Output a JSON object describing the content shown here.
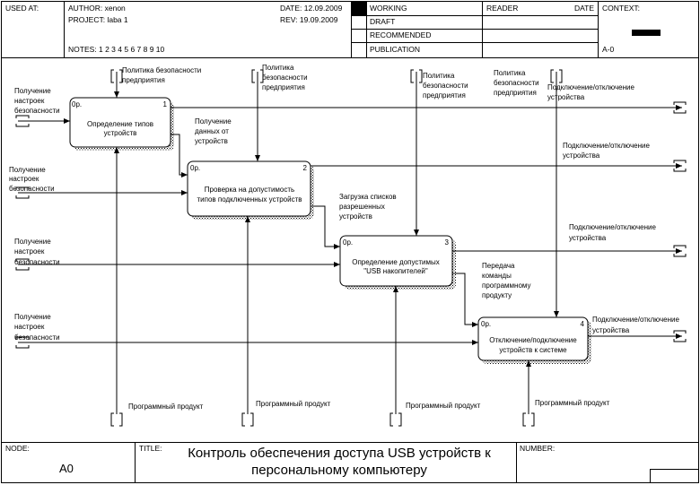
{
  "header": {
    "used_at": "USED AT:",
    "author": "AUTHOR:  xenon",
    "project": "PROJECT:  laba 1",
    "date": "DATE:  12.09.2009",
    "rev": "REV:  19.09.2009",
    "notes": "NOTES:  1  2  3  4  5  6  7  8  9  10",
    "working": "WORKING",
    "draft": "DRAFT",
    "recommended": "RECOMMENDED",
    "publication": "PUBLICATION",
    "reader": "READER",
    "reader_date": "DATE",
    "context": "CONTEXT:",
    "context_node": "A-0"
  },
  "footer": {
    "node_label": "NODE:",
    "node_value": "A0",
    "title_label": "TITLE:",
    "title_line1": "Контроль обеспечения доступа USB устройств к",
    "title_line2": "персональному компьютеру",
    "number_label": "NUMBER:"
  },
  "boxes": [
    {
      "number": "1",
      "cost": "0р.",
      "lines": [
        "Определение типов",
        "устройств"
      ]
    },
    {
      "number": "2",
      "cost": "0р.",
      "lines": [
        "Проверка на допустимость",
        "типов подключенных устройств"
      ]
    },
    {
      "number": "3",
      "cost": "0р.",
      "lines": [
        "Определение допустимых",
        "\"USB накопителей\""
      ]
    },
    {
      "number": "4",
      "cost": "0р.",
      "lines": [
        "Отключение/подключение",
        "устройств к системе"
      ]
    }
  ],
  "labels": {
    "policy1": [
      "Политика безопасности",
      "предприятия"
    ],
    "policy2": [
      "Политика",
      "безопасности",
      "предприятия"
    ],
    "policy3": [
      "Политика",
      "безопасности",
      "предприятия"
    ],
    "policy4": [
      "Политика",
      "безопасности",
      "предприятия"
    ],
    "input1": [
      "Получение",
      "настроек",
      "безопасности"
    ],
    "input2": [
      "Получение",
      "настроек",
      "безопасности"
    ],
    "input3": [
      "Получение",
      "настроек",
      "безопасности"
    ],
    "input4": [
      "Получение",
      "настроек",
      "безопасности"
    ],
    "flow12": [
      "Получение",
      "данных от",
      "устройств"
    ],
    "flow23": [
      "Загрузка списков",
      "разрешенных",
      "устройств"
    ],
    "flow34": [
      "Передача",
      "команды",
      "программному",
      "продукту"
    ],
    "out1": [
      "Подключение/отключение",
      "устройства"
    ],
    "out2": [
      "Подключение/отключение",
      "устройства"
    ],
    "out3": [
      "Подключение/отключение",
      "устройства"
    ],
    "out4": [
      "Подключение/отключение",
      "устройства"
    ],
    "mech1": [
      "Программный продукт"
    ],
    "mech2": [
      "Программный продукт"
    ],
    "mech3": [
      "Программный продукт"
    ],
    "mech4": [
      "Программный продукт"
    ]
  }
}
